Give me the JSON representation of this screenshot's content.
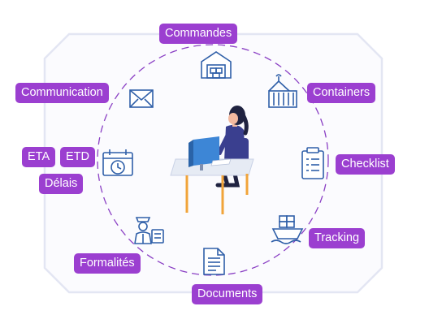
{
  "colors": {
    "frame": "#e3e6f3",
    "frame_fill": "#fbfbfe",
    "ring": "#8a3fc4",
    "icon": "#2f5fa8",
    "label_bg": "#9b3fd0",
    "label_text": "#ffffff",
    "monitor": "#3d86d6",
    "desk": "#e6ebf4",
    "desk_leg": "#f1a43a",
    "shirt": "#3a3f8f",
    "hair": "#1f2240",
    "skin": "#f3b9a0"
  },
  "labels": {
    "commandes": "Commandes",
    "containers": "Containers",
    "communication": "Communication",
    "eta": "ETA",
    "etd": "ETD",
    "delais": "Délais",
    "checklist": "Checklist",
    "tracking": "Tracking",
    "formalites": "Formalités",
    "documents": "Documents"
  },
  "icons": [
    "warehouse-icon",
    "container-crane-icon",
    "envelope-icon",
    "calendar-clock-icon",
    "clipboard-checklist-icon",
    "cargo-ship-icon",
    "customs-officer-icon",
    "document-icon"
  ]
}
